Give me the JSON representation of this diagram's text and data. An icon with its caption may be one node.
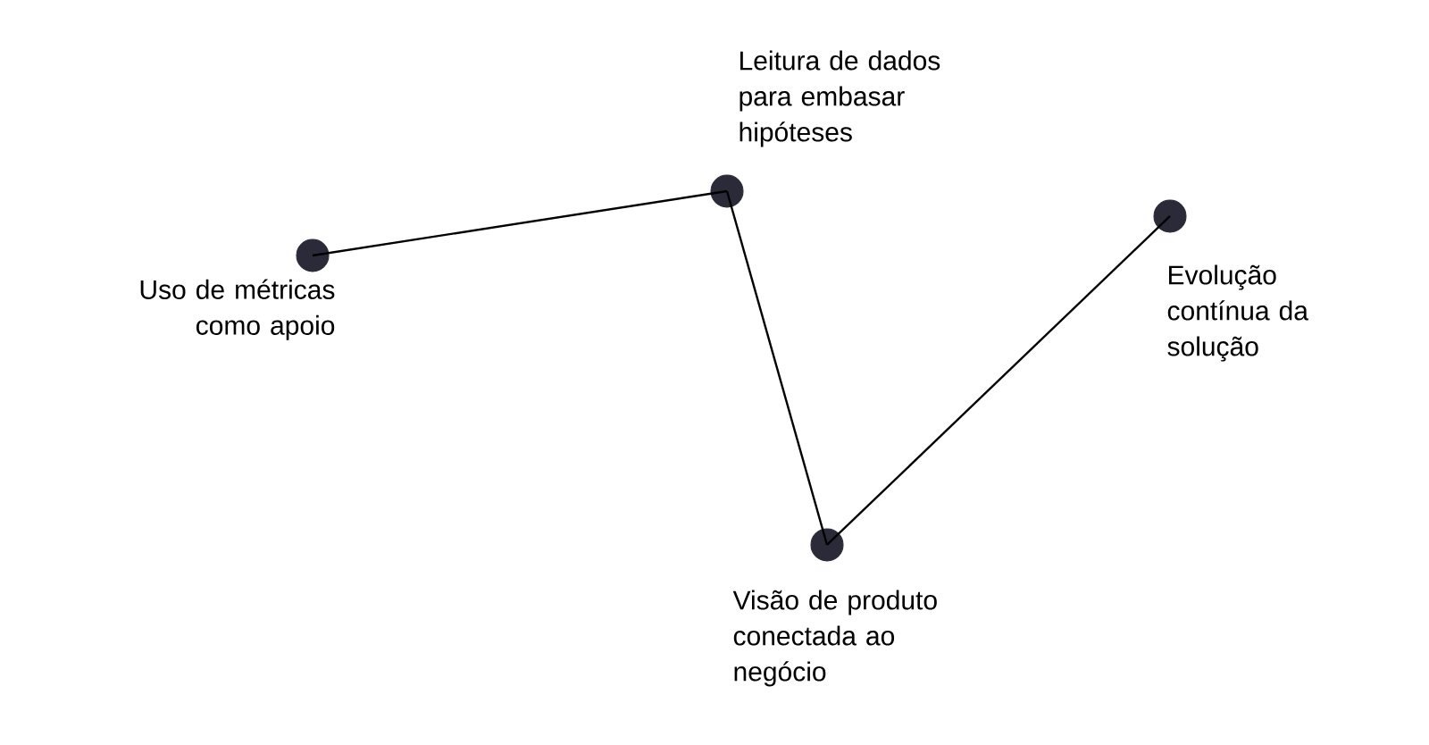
{
  "diagram": {
    "nodes": [
      {
        "text": [],
        "shape": "circle",
        "beside": [
          "Uso de métricas como apoio"
        ]
      },
      {
        "text": [],
        "shape": "circle",
        "beside": [
          "Leitura de dados para embasar hipóteses"
        ]
      },
      {
        "text": [],
        "shape": "circle",
        "beside": [
          "Visão de produto conectada ao negócio"
        ]
      },
      {
        "text": [],
        "shape": "circle",
        "beside": [
          "Evolução contínua da solução"
        ]
      }
    ],
    "edges": [
      {
        "from": 0,
        "to": 1,
        "arrow": "none"
      },
      {
        "from": 1,
        "to": 2,
        "arrow": "none"
      },
      {
        "from": 2,
        "to": 3,
        "arrow": "none"
      }
    ]
  }
}
